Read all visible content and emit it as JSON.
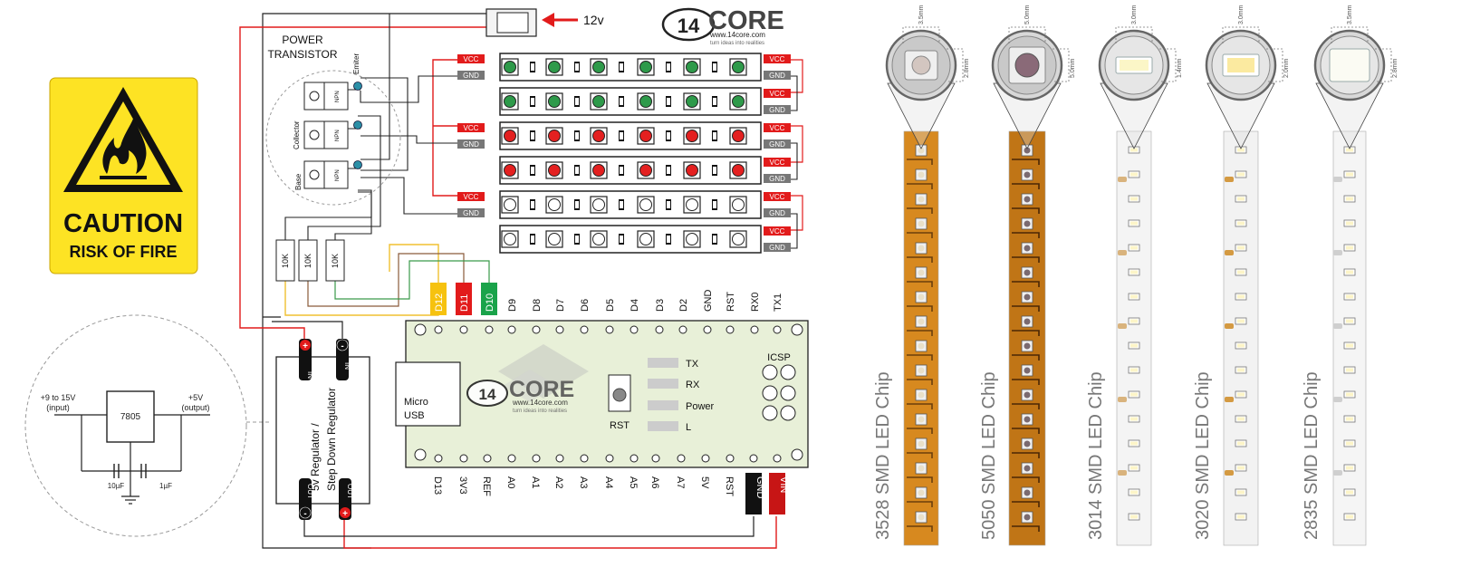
{
  "caution_sign": {
    "title": "CAUTION",
    "subtitle": "RISK OF FIRE",
    "icon": "flame-icon",
    "color": "#fde324"
  },
  "regulator_schematic": {
    "input_label": "+9 to 15V",
    "input_sub": "(input)",
    "output_label": "+5V",
    "output_sub": "(output)",
    "chip_label": "7805",
    "cap1_label": "10µF",
    "cap2_label": "1µF"
  },
  "power": {
    "label": "12v",
    "transistor_title_1": "POWER",
    "transistor_title_2": "TRANSISTOR",
    "pins": [
      "Emiter",
      "Collector",
      "Base"
    ],
    "npn_label": "NPN",
    "resistor_label": "10K"
  },
  "strip_pins": {
    "vcc": "VCC",
    "gnd": "GND"
  },
  "strips": [
    {
      "led_color": "#2e9a4a"
    },
    {
      "led_color": "#2e9a4a"
    },
    {
      "led_color": "#e42020"
    },
    {
      "led_color": "#e42020"
    },
    {
      "led_color": "#ffffff"
    },
    {
      "led_color": "#ffffff"
    }
  ],
  "logo": {
    "number": "14",
    "name": "CORE",
    "url": "www.14core.com",
    "tagline": "turn ideas into realities"
  },
  "regulator_module": {
    "in_label": "IN",
    "out_label": "OUT",
    "plus": "+",
    "minus": "-",
    "title_1": "5v Regulator /",
    "title_2": "Step Down Regulator"
  },
  "board": {
    "top_pins": [
      "D12",
      "D11",
      "D10",
      "D9",
      "D8",
      "D7",
      "D6",
      "D5",
      "D4",
      "D3",
      "D2",
      "GND",
      "RST",
      "RX0",
      "TX1"
    ],
    "bottom_pins": [
      "D13",
      "3V3",
      "REF",
      "A0",
      "A1",
      "A2",
      "A3",
      "A4",
      "A5",
      "A6",
      "A7",
      "5V",
      "RST",
      "GND",
      "VIN"
    ],
    "usb_1": "Micro",
    "usb_2": "USB",
    "rst_label": "RST",
    "icsp_label": "ICSP",
    "leds": [
      "TX",
      "RX",
      "Power",
      "L"
    ]
  },
  "chips": [
    {
      "label": "3528 SMD LED Chip",
      "w": "3.5mm",
      "h": "2.8mm"
    },
    {
      "label": "5050 SMD LED Chip",
      "w": "5.0mm",
      "h": "5.0mm"
    },
    {
      "label": "3014 SMD LED Chip",
      "w": "3.0mm",
      "h": "1.4mm"
    },
    {
      "label": "3020 SMD LED Chip",
      "w": "3.0mm",
      "h": "2.0mm"
    },
    {
      "label": "2835 SMD LED Chip",
      "w": "3.5mm",
      "h": "2.8mm"
    }
  ]
}
